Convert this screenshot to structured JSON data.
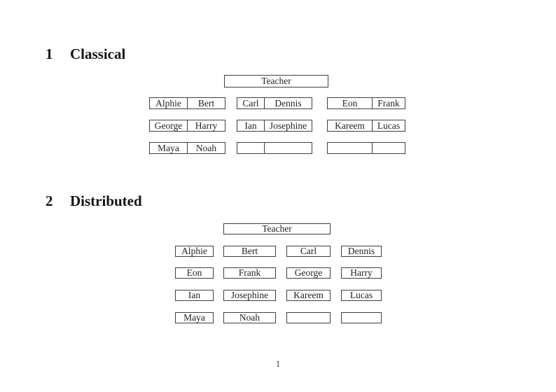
{
  "document": {
    "page_number": "1",
    "colors": {
      "background": "#ffffff",
      "border": "#3f3f3f",
      "text": "#242424",
      "heading": "#141414"
    },
    "sections": [
      {
        "number": "1",
        "title": "Classical",
        "teacher_label": "Teacher",
        "desks": [
          {
            "left": "Alphie",
            "right": "Bert"
          },
          {
            "left": "Carl",
            "right": "Dennis"
          },
          {
            "left": "Eon",
            "right": "Frank"
          },
          {
            "left": "George",
            "right": "Harry"
          },
          {
            "left": "Ian",
            "right": "Josephine"
          },
          {
            "left": "Kareem",
            "right": "Lucas"
          },
          {
            "left": "Maya",
            "right": "Noah"
          },
          {
            "left": "",
            "right": ""
          },
          {
            "left": "",
            "right": ""
          }
        ]
      },
      {
        "number": "2",
        "title": "Distributed",
        "teacher_label": "Teacher",
        "seats": [
          "Alphie",
          "Bert",
          "Carl",
          "Dennis",
          "Eon",
          "Frank",
          "George",
          "Harry",
          "Ian",
          "Josephine",
          "Kareem",
          "Lucas",
          "Maya",
          "Noah",
          "",
          ""
        ]
      }
    ]
  }
}
